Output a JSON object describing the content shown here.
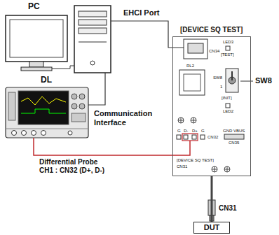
{
  "diagram": {
    "nodes": [
      {
        "text": [
          "PC"
        ]
      },
      {
        "text": [
          "DL"
        ]
      },
      {
        "text": [
          "[DEVICE SQ TEST]"
        ]
      },
      {
        "text": [
          "DUT"
        ]
      }
    ],
    "edges": [
      {
        "from": 1,
        "to": 2,
        "arrow": "none",
        "label": "Differential Probe CH1 : CN32 (D+, D-)"
      },
      {
        "from": 2,
        "to": 3,
        "arrow": "none"
      }
    ],
    "labels": [
      "EHCI Port",
      "Communication Interface",
      "SW8",
      "CN31",
      "CN34",
      "LED3",
      "[TEST]",
      "RL2",
      "SW8",
      "1",
      "[INIT]",
      "LED2",
      "G",
      "D-",
      "D+",
      "G",
      "CN32",
      "GND",
      "VBUS",
      "CN35",
      "[DEVICE SQ TEST]",
      "CN31"
    ]
  }
}
